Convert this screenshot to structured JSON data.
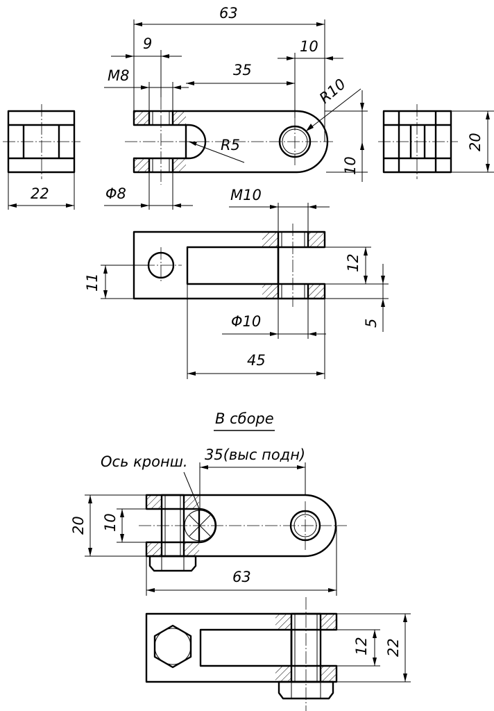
{
  "title": "В сборе",
  "dimensions": {
    "length_total": "63",
    "slot_offset": "9",
    "right_offset": "10",
    "thread_m8": "M8",
    "center_distance": "35",
    "radius_outer": "R10",
    "radius_slot": "R5",
    "height_20": "20",
    "height_10": "10",
    "width_22": "22",
    "hole_d8": "Φ8",
    "thread_m10": "M10",
    "dim_11": "11",
    "dim_12": "12",
    "hole_d10": "Φ10",
    "dim_5": "5",
    "dim_45": "45"
  },
  "assembly": {
    "axis_label": "Ось кронш.",
    "lift_height": "35(выс подн)",
    "length_total": "63",
    "height_20": "20",
    "height_10": "10",
    "dim_12": "12",
    "width_22": "22"
  }
}
